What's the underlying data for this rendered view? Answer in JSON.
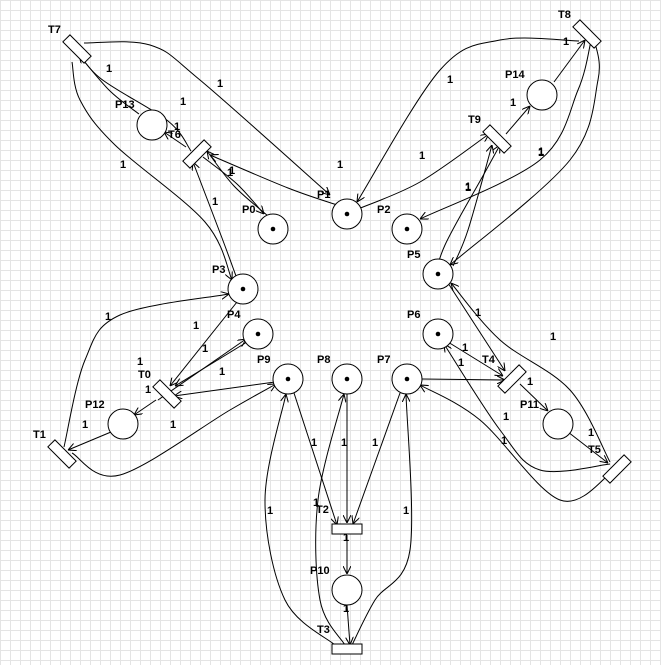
{
  "places": [
    {
      "name": "P0",
      "tokens": 1
    },
    {
      "name": "P1",
      "tokens": 1
    },
    {
      "name": "P2",
      "tokens": 1
    },
    {
      "name": "P3",
      "tokens": 1
    },
    {
      "name": "P4",
      "tokens": 1
    },
    {
      "name": "P5",
      "tokens": 1
    },
    {
      "name": "P6",
      "tokens": 1
    },
    {
      "name": "P7",
      "tokens": 1
    },
    {
      "name": "P8",
      "tokens": 1
    },
    {
      "name": "P9",
      "tokens": 1
    },
    {
      "name": "P10",
      "tokens": 0
    },
    {
      "name": "P11",
      "tokens": 0
    },
    {
      "name": "P12",
      "tokens": 0
    },
    {
      "name": "P13",
      "tokens": 0
    },
    {
      "name": "P14",
      "tokens": 0
    }
  ],
  "transitions": [
    "T0",
    "T1",
    "T2",
    "T3",
    "T4",
    "T5",
    "T6",
    "T7",
    "T8",
    "T9"
  ],
  "arcs": [
    {
      "from": "P1",
      "to": "T6",
      "weight": "1"
    },
    {
      "from": "P0",
      "to": "T6",
      "weight": "1"
    },
    {
      "from": "P3",
      "to": "T6",
      "weight": "1"
    },
    {
      "from": "T6",
      "to": "P13",
      "weight": "1"
    },
    {
      "from": "T6",
      "to": "P0",
      "weight": "1"
    },
    {
      "from": "P13",
      "to": "T7",
      "weight": "1"
    },
    {
      "from": "T7",
      "to": "P1",
      "weight": "1"
    },
    {
      "from": "T7",
      "to": "P3",
      "weight": "1"
    },
    {
      "from": "T6",
      "to": "T7",
      "weight": "1"
    },
    {
      "from": "P1",
      "to": "T9",
      "weight": "1"
    },
    {
      "from": "P5",
      "to": "T9",
      "weight": "1"
    },
    {
      "from": "T9",
      "to": "P14",
      "weight": "1"
    },
    {
      "from": "T9",
      "to": "P2",
      "weight": "1"
    },
    {
      "from": "P14",
      "to": "T8",
      "weight": "1"
    },
    {
      "from": "T8",
      "to": "P1",
      "weight": "1"
    },
    {
      "from": "T8",
      "to": "P5",
      "weight": "1"
    },
    {
      "from": "T8",
      "to": "P2",
      "weight": "1"
    },
    {
      "from": "P3",
      "to": "T0",
      "weight": "1"
    },
    {
      "from": "P4",
      "to": "T0",
      "weight": "1"
    },
    {
      "from": "P9",
      "to": "T0",
      "weight": "1"
    },
    {
      "from": "T0",
      "to": "P4",
      "weight": "1"
    },
    {
      "from": "T0",
      "to": "P12",
      "weight": "1"
    },
    {
      "from": "P12",
      "to": "T1",
      "weight": "1"
    },
    {
      "from": "T1",
      "to": "P3",
      "weight": "1"
    },
    {
      "from": "T1",
      "to": "P9",
      "weight": "1"
    },
    {
      "from": "P5",
      "to": "T4",
      "weight": "1"
    },
    {
      "from": "P6",
      "to": "T4",
      "weight": "1"
    },
    {
      "from": "P7",
      "to": "T4",
      "weight": "1"
    },
    {
      "from": "T4",
      "to": "P11",
      "weight": "1"
    },
    {
      "from": "P11",
      "to": "T5",
      "weight": "1"
    },
    {
      "from": "T5",
      "to": "P5",
      "weight": "1"
    },
    {
      "from": "T5",
      "to": "P6",
      "weight": "1"
    },
    {
      "from": "T5",
      "to": "P7",
      "weight": "1"
    },
    {
      "from": "P9",
      "to": "T2",
      "weight": "1"
    },
    {
      "from": "P8",
      "to": "T2",
      "weight": "1"
    },
    {
      "from": "P7",
      "to": "T2",
      "weight": "1"
    },
    {
      "from": "T2",
      "to": "P10",
      "weight": "1"
    },
    {
      "from": "P10",
      "to": "T3",
      "weight": "1"
    },
    {
      "from": "T3",
      "to": "P9",
      "weight": "1"
    },
    {
      "from": "T3",
      "to": "P8",
      "weight": "1"
    },
    {
      "from": "T3",
      "to": "P7",
      "weight": "1"
    }
  ]
}
